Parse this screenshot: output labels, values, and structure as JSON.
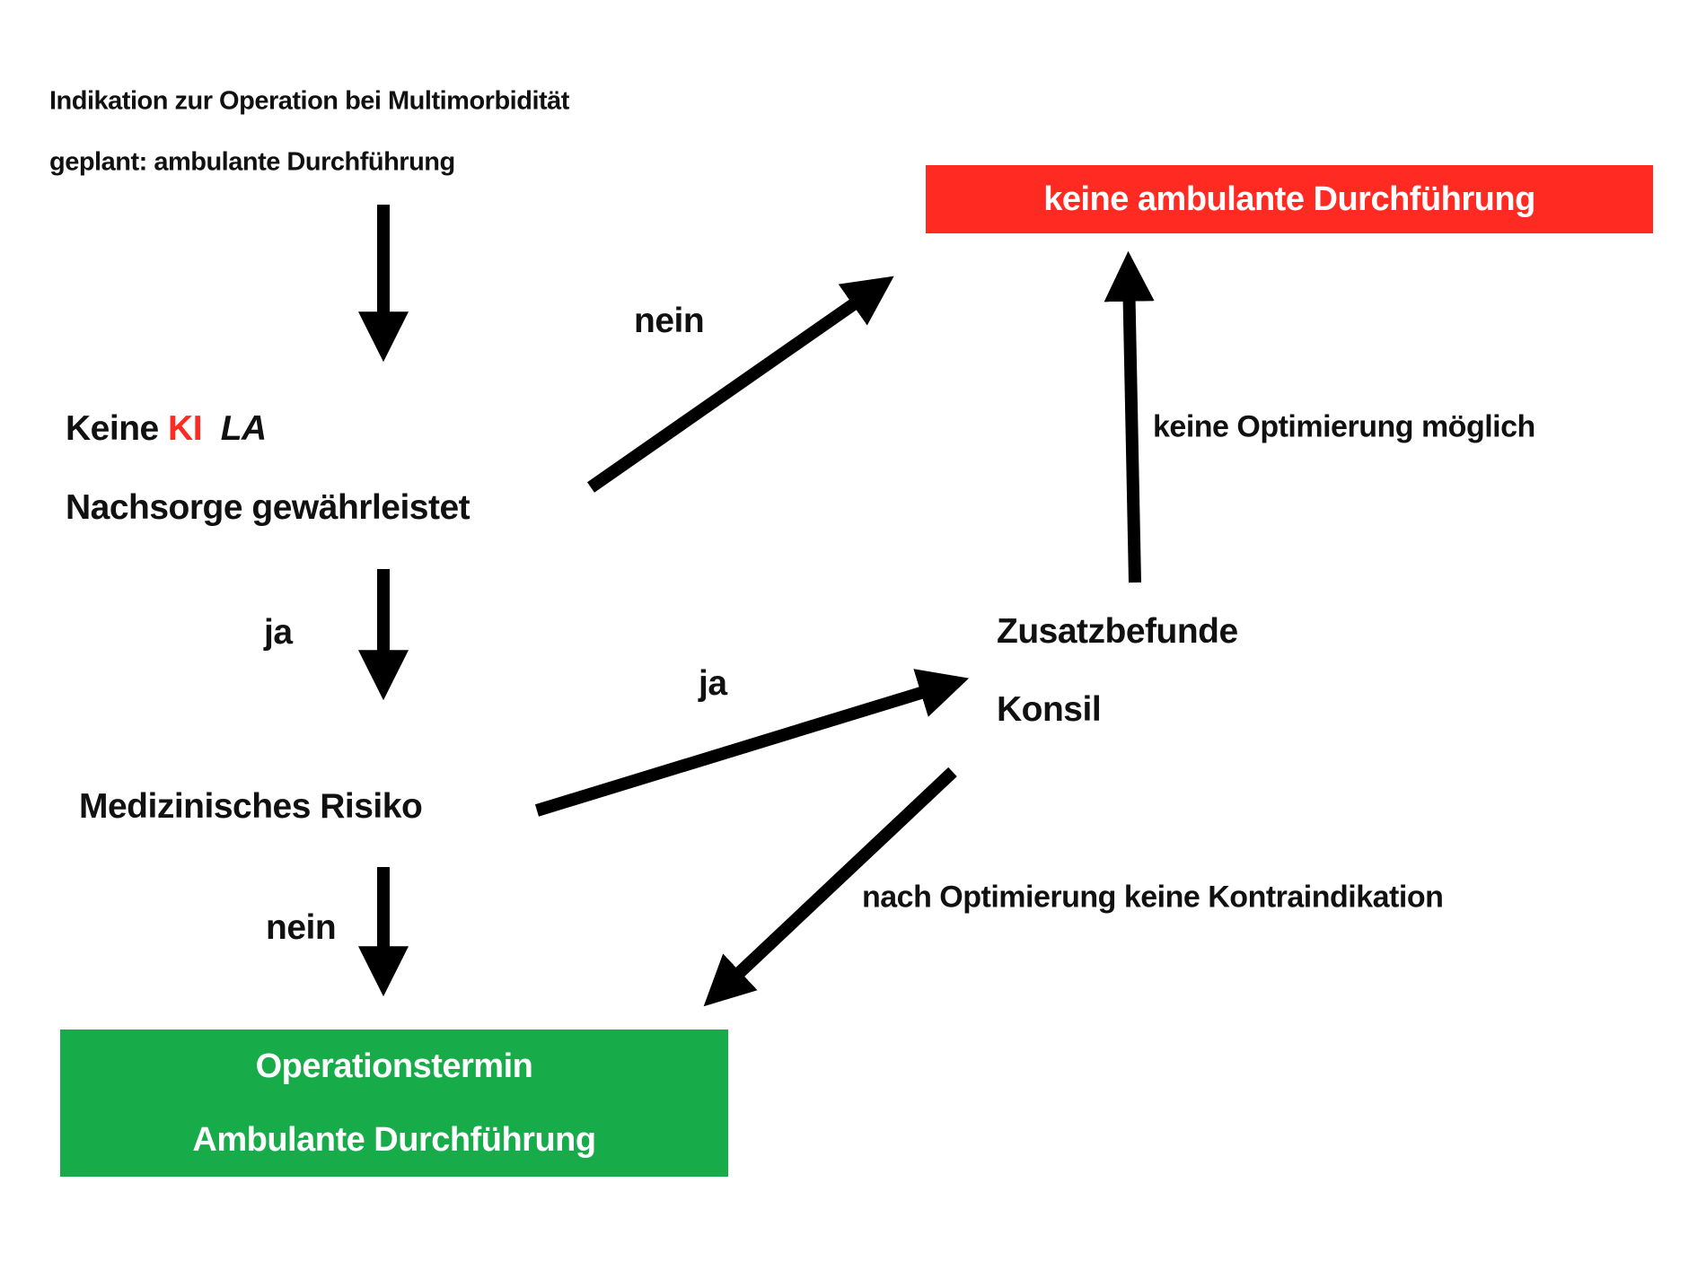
{
  "header": {
    "line1": "Indikation zur Operation bei Multimorbidität",
    "line2": "geplant: ambulante Durchführung"
  },
  "nodes": {
    "check": {
      "keine": "Keine",
      "ki": "KI",
      "la": "LA",
      "line2": "Nachsorge gewährleistet"
    },
    "risk": "Medizinisches Risiko",
    "extra": {
      "line1": "Zusatzbefunde",
      "line2": "Konsil"
    },
    "no_outpatient": "keine ambulante Durchführung",
    "surgery": {
      "line1": "Operationstermin",
      "line2": "Ambulante Durchführung"
    }
  },
  "edges": {
    "check_no": "nein",
    "check_yes": "ja",
    "risk_yes": "ja",
    "risk_no": "nein",
    "no_optimization": "keine Optimierung  möglich",
    "after_optimization": "nach Optimierung  keine Kontraindikation"
  },
  "colors": {
    "red": "#ff2b22",
    "green": "#17ab4a",
    "accent_text": "#ff2b22"
  }
}
